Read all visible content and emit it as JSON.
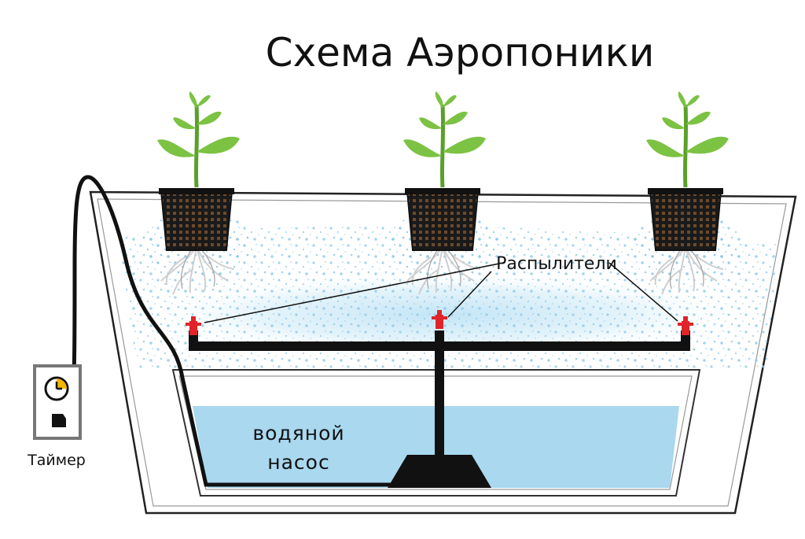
{
  "title": "Схема Аэропоники",
  "labels": {
    "sprayers": "Распылители",
    "pump_line1": "водяной",
    "pump_line2": "насос",
    "timer": "Таймер"
  },
  "colors": {
    "water": "#a9d8ef",
    "mist": "#8fc9e8",
    "leaf": "#7cc243",
    "leaf_dark": "#5aa02c",
    "pipe": "#111111",
    "nozzle": "#e0242a",
    "timer_accent": "#f2b705",
    "root": "#c8c8c8"
  },
  "plants_count_icons": [
    "plant-icon",
    "plant-icon",
    "plant-icon"
  ],
  "icons": {
    "timer": "clock-icon",
    "plug": "plug-icon",
    "nozzle": "sprayer-nozzle-icon"
  }
}
